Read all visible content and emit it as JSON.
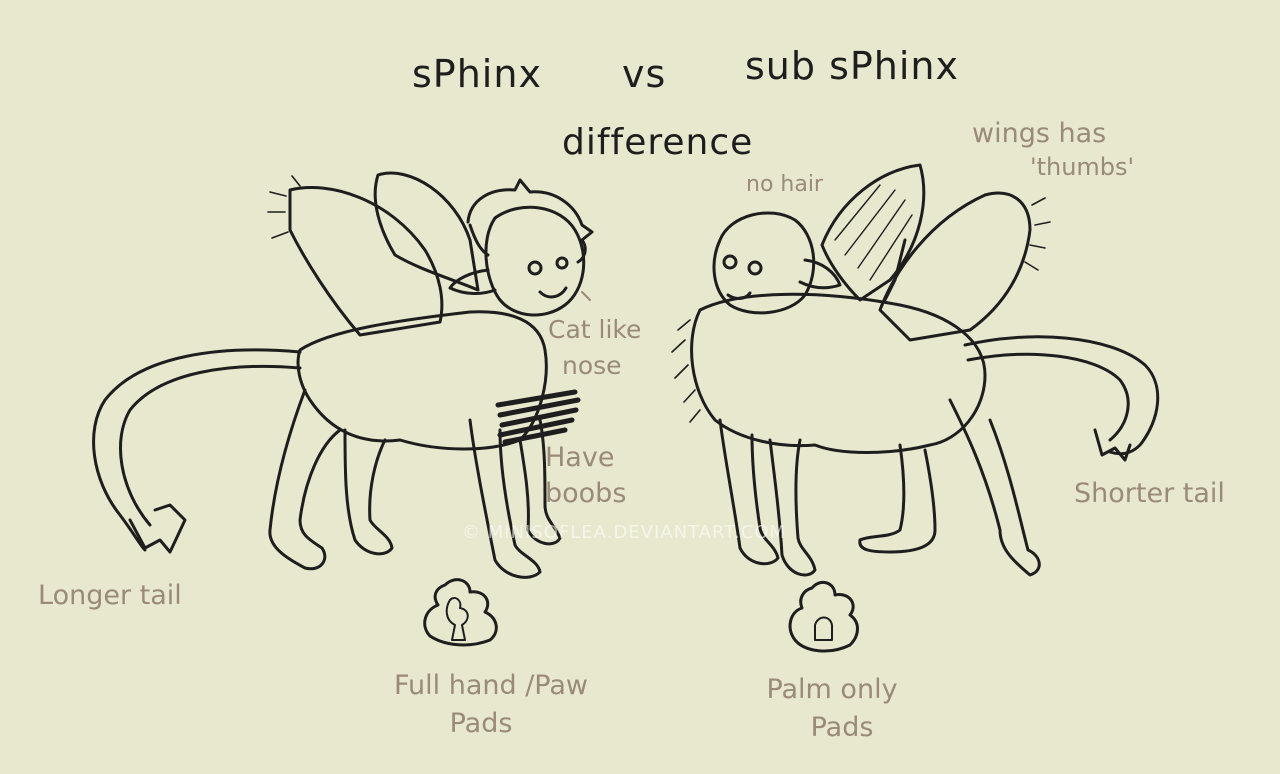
{
  "title": {
    "left": "sPhinx",
    "middle": "vs",
    "right": "sub sPhinx",
    "sub": "difference"
  },
  "annotations": {
    "no_hair": "no hair",
    "wings_thumbs": [
      "wings has",
      "'thumbs'"
    ],
    "cat_nose": [
      "Cat like",
      "nose"
    ],
    "have_boobs": [
      "Have",
      "boobs"
    ],
    "shorter_tail": "Shorter tail",
    "longer_tail": "Longer tail",
    "full_pads": [
      "Full hand /Paw",
      "Pads"
    ],
    "palm_pads": [
      "Palm only",
      "Pads"
    ]
  },
  "watermark": "© MINISOFLEA.DEVIANTART.COM",
  "colors": {
    "background": "#e8e8cf",
    "ink": "#1e1e1e",
    "label": "#9a8a78"
  }
}
